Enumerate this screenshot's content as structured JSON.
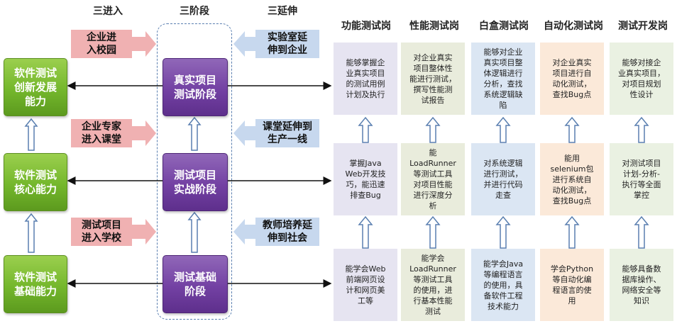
{
  "headers": {
    "entry": "三进入",
    "stage": "三阶段",
    "extend": "三延伸"
  },
  "roles": [
    "功能测试岗",
    "性能测试岗",
    "白盒测试岗",
    "自动化测试岗",
    "测试开发岗"
  ],
  "abilities": {
    "top": "软件测试\n创新发展\n能力",
    "mid": "软件测试\n核心能力",
    "bottom": "软件测试\n基础能力"
  },
  "stages": {
    "top": "真实项目\n测试阶段",
    "mid": "测试项目\n实战阶段",
    "bottom": "测试基础\n阶段"
  },
  "entries": {
    "top": "企业进\n入校园",
    "mid": "企业专家\n进入课堂",
    "bottom": "测试项目\n进入学校"
  },
  "extensions": {
    "top": "实验室延\n伸到企业",
    "mid": "课堂延伸到\n生产一线",
    "bottom": "教师培养延\n伸到社会"
  },
  "cards": {
    "top": [
      "能够掌握企\n业真实项目\n的测试用例\n计划及执行",
      "对企业真实\n项目整体性\n能进行测试，\n撰写性能测\n试报告",
      "能够对企业\n真实项目整\n体逻辑进行\n分析，查找\n系统逻辑缺\n陷",
      "对企业真实\n项目进行自\n动化测试，\n查找Bug点",
      "能够对接企\n业真实项目，\n对项目规划\n性设计"
    ],
    "mid": [
      "掌握Java\nWeb开发技\n巧，能迅速\n排查Bug",
      "能\nLoadRunner\n等测试工具\n对项目性能\n进行深度分\n析",
      "对系统逻辑\n进行测试，\n并进行代码\n走查",
      "能用\nselenium包\n进行系统自\n动化测试，\n查找Bug点",
      "对测试项目\n计划-分析-\n执行等全面\n掌控"
    ],
    "bottom": [
      "能学会Web\n前端网页设\n计和网页美\n工等",
      "能学会\nLoadRunner\n等测试工具\n的使用，进\n行基本性能\n测试",
      "能学会Java\n等编程语言\n的使用，具\n备软件工程\n技术能力",
      "学会Python\n等自动化编\n程语言的使\n用",
      "能够具备数\n据库操作、\n网络安全等\n知识"
    ]
  },
  "colors": {
    "ability": "#74b72c",
    "stage": "#7341a3",
    "entry": "#f0b1b2",
    "extension": "#c7d8ee"
  }
}
